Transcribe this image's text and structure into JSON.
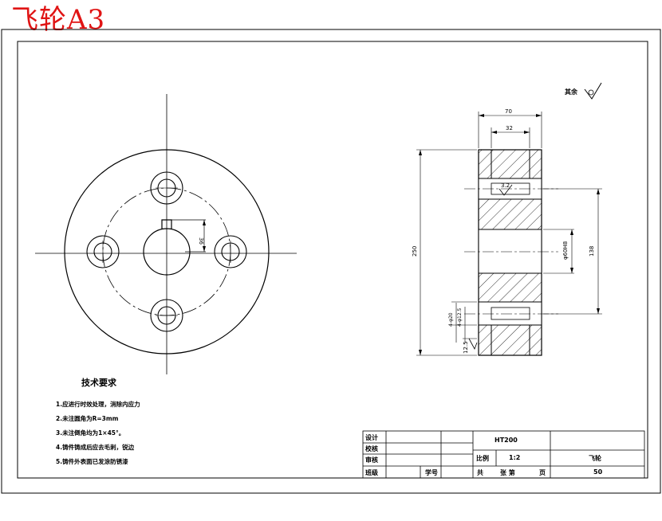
{
  "title_label": "飞轮A3",
  "roughness_note": "其余",
  "dimensions": {
    "overall_width": "70",
    "hub_width": "32",
    "outer_diameter": "250",
    "bore": "φ60H8",
    "keyway": "36",
    "bolt_circle": "138",
    "roughness_a": "3.2",
    "hole_spec_a": "4-φ20",
    "hole_spec_b": "4-φ12.5",
    "roughness_b": "12.5"
  },
  "tech_requirements": {
    "heading": "技术要求",
    "items": [
      "1.应进行时效处理，消除内应力",
      "2.未注圆角为R=3mm",
      "3.未注倒角均为1×45°。",
      "4.铸件铸成后应去毛刺，锐边",
      "5.铸件外表面已发涂防锈漆"
    ]
  },
  "title_block": {
    "design": "设计",
    "check": "校核",
    "review": "审核",
    "class": "班级",
    "student_id": "学号",
    "material": "HT200",
    "scale_label": "比例",
    "scale": "1:2",
    "part_name": "飞轮",
    "sheet_total": "共",
    "sheet_num": "张 第",
    "page": "页",
    "quantity": "50"
  }
}
